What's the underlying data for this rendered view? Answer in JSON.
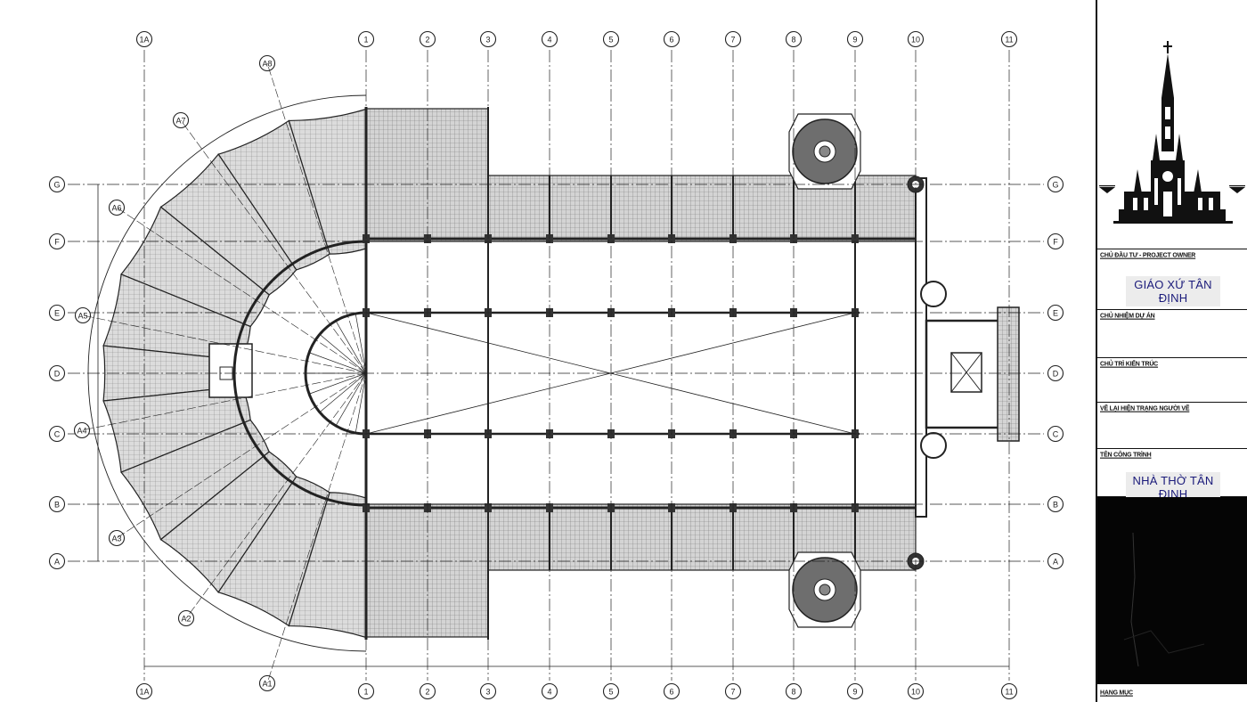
{
  "drawing": {
    "grid_columns": [
      "1A",
      "1",
      "2",
      "3",
      "4",
      "5",
      "6",
      "7",
      "8",
      "9",
      "10",
      "11"
    ],
    "grid_rows": [
      "G",
      "F",
      "E",
      "D",
      "C",
      "B",
      "A"
    ],
    "radial_axes": [
      "A1",
      "A2",
      "A3",
      "A4",
      "A5",
      "A6",
      "A7",
      "A8"
    ],
    "line_color": "#222222",
    "hatch_fill_color": "#d9d9d9"
  },
  "title_block": {
    "owner_label": "CHỦ ĐẦU TƯ - PROJECT OWNER",
    "owner_value": "GIÁO XỨ TÂN ĐỊNH",
    "manager_label": "CHỦ NHIỆM DỰ ÁN",
    "architect_label": "CHỦ TRÌ KIẾN TRÚC",
    "drawn_label": "VẼ LẠI HIỆN TRẠNG NGƯỜI VẼ",
    "project_label": "TÊN CÔNG TRÌNH",
    "project_value": "NHÀ THỜ TÂN ĐỊNH",
    "sheet_label": "HẠNG MỤC",
    "background_color": "#050505",
    "accent_color": "#1a1a7a"
  }
}
